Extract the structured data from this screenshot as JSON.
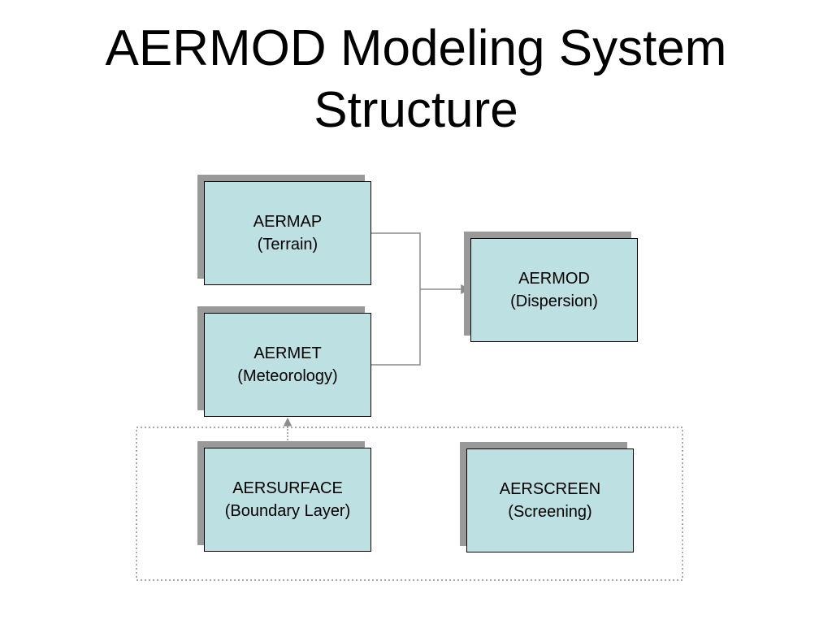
{
  "title": {
    "line1": "AERMOD Modeling System",
    "line2": "Structure"
  },
  "nodes": {
    "aermap": {
      "name": "AERMAP",
      "role": "(Terrain)"
    },
    "aermet": {
      "name": "AERMET",
      "role": "(Meteorology)"
    },
    "aermod": {
      "name": "AERMOD",
      "role": "(Dispersion)"
    },
    "aersurface": {
      "name": "AERSURFACE",
      "role": "(Boundary Layer)"
    },
    "aerscreen": {
      "name": "AERSCREEN",
      "role": "(Screening)"
    }
  },
  "colors": {
    "box_fill": "#bde0e3",
    "box_shadow": "#999999",
    "connector": "#8c8c8c"
  }
}
